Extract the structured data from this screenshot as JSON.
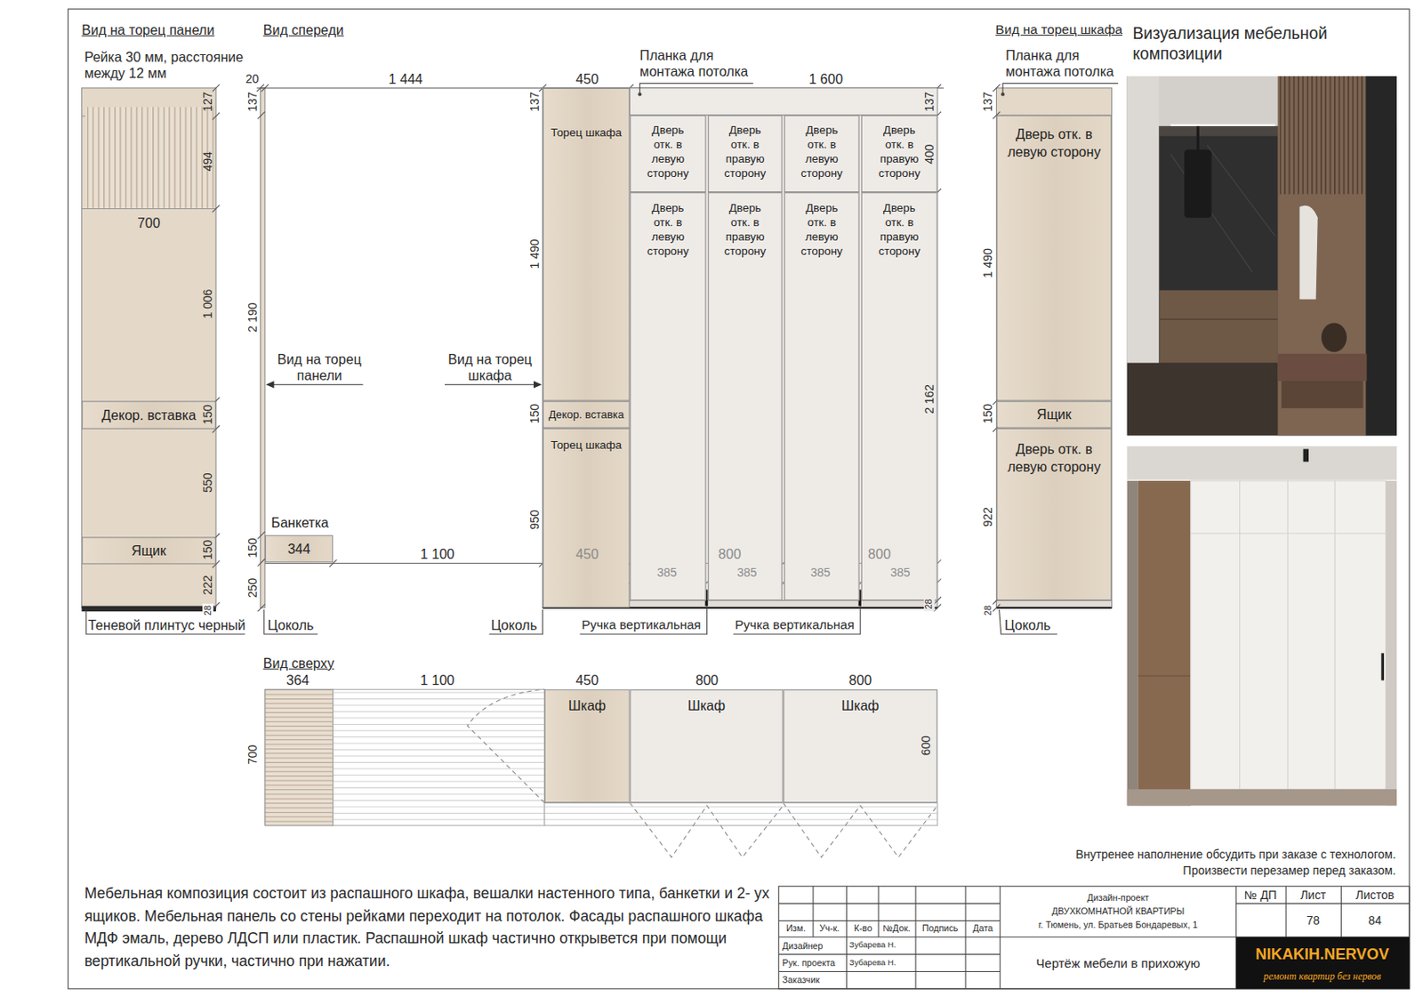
{
  "diagram": {
    "nodes": [
      {
        "text": [
          "Декор. вставка"
        ]
      },
      {
        "text": [
          "Ящик"
        ]
      },
      {
        "text": [
          "Банкетка",
          "344"
        ]
      },
      {
        "text": [
          "Торец шкафа"
        ]
      },
      {
        "text": [
          "Декор. вставка"
        ]
      },
      {
        "text": [
          "Торец шкафа"
        ]
      },
      {
        "text": [
          "Дверь отк. в левую сторону"
        ]
      },
      {
        "text": [
          "Дверь отк. в правую сторону"
        ]
      },
      {
        "text": [
          "Дверь отк. в левую сторону"
        ]
      },
      {
        "text": [
          "Дверь отк. в правую сторону"
        ]
      },
      {
        "text": [
          "Дверь отк. в левую сторону"
        ]
      },
      {
        "text": [
          "Дверь отк. в правую сторону"
        ]
      },
      {
        "text": [
          "Дверь отк. в левую сторону"
        ]
      },
      {
        "text": [
          "Дверь отк. в правую сторону"
        ]
      },
      {
        "text": [
          "Дверь отк. в левую сторону"
        ]
      },
      {
        "text": [
          "Ящик"
        ]
      },
      {
        "text": [
          "Дверь отк. в левую сторону"
        ]
      },
      {
        "text": [
          "Шкаф"
        ]
      },
      {
        "text": [
          "Шкаф"
        ]
      },
      {
        "text": [
          "Шкаф"
        ]
      }
    ],
    "labels": [
      "Вид на торец панели",
      "Вид спереди",
      "Вид на торец шкафа",
      "Визуализация мебельной композиции",
      "Рейка 30 мм, расстояние между 12 мм",
      "700",
      "127",
      "494",
      "1 006",
      "150",
      "550",
      "150",
      "222",
      "28",
      "Теневой плинтус черный",
      "20",
      "137",
      "2 190",
      "150",
      "250",
      "1 444",
      "1 100",
      "Вид на торец панели",
      "Вид на торец шкафа",
      "450",
      "137",
      "1 490",
      "150",
      "950",
      "450",
      "Планка для монтажа потолка",
      "1 600",
      "137",
      "400",
      "2 162",
      "28",
      "800",
      "800",
      "385",
      "385",
      "385",
      "385",
      "Цоколь",
      "Цоколь",
      "Ручка вертикальная",
      "Ручка вертикальная",
      "Планка для монтажа потолка",
      "137",
      "1 490",
      "150",
      "922",
      "28",
      "Цоколь",
      "Вид сверху",
      "364",
      "1 100",
      "450",
      "800",
      "800",
      "700",
      "600",
      "Внутренее наполнение обсудить при заказе с технологом.",
      "Произвести перезамер перед заказом.",
      "Мебельная композиция состоит из распашного шкафа, вешалки настенного типа, банкетки и 2- ух ящиков. Мебельная панель со стены рейками переходит на потолок. Фасады распашного шкафа МДФ эмаль, дерево ЛДСП или пластик. Распашной шкаф частично открывется при помощи вертикальной ручки, частично при нажатии.",
      "Изм.",
      "Уч-к.",
      "К-во",
      "№Док.",
      "Подпись",
      "Дата",
      "Дизайнер",
      "Зубарева Н.",
      "Рук. проекта",
      "Зубарева Н.",
      "Заказчик",
      "Дизайн-проект",
      "ДВУХКОМНАТНОЙ КВАРТИРЫ",
      "г. Тюмень, ул. Братьев Бондаревых, 1",
      "Чертёж мебели в прихожую",
      "№ ДП",
      "Лист",
      "Листов",
      "78",
      "84",
      "NIKAKIH.NERVOV",
      "ремонт квартир без нервов"
    ]
  }
}
